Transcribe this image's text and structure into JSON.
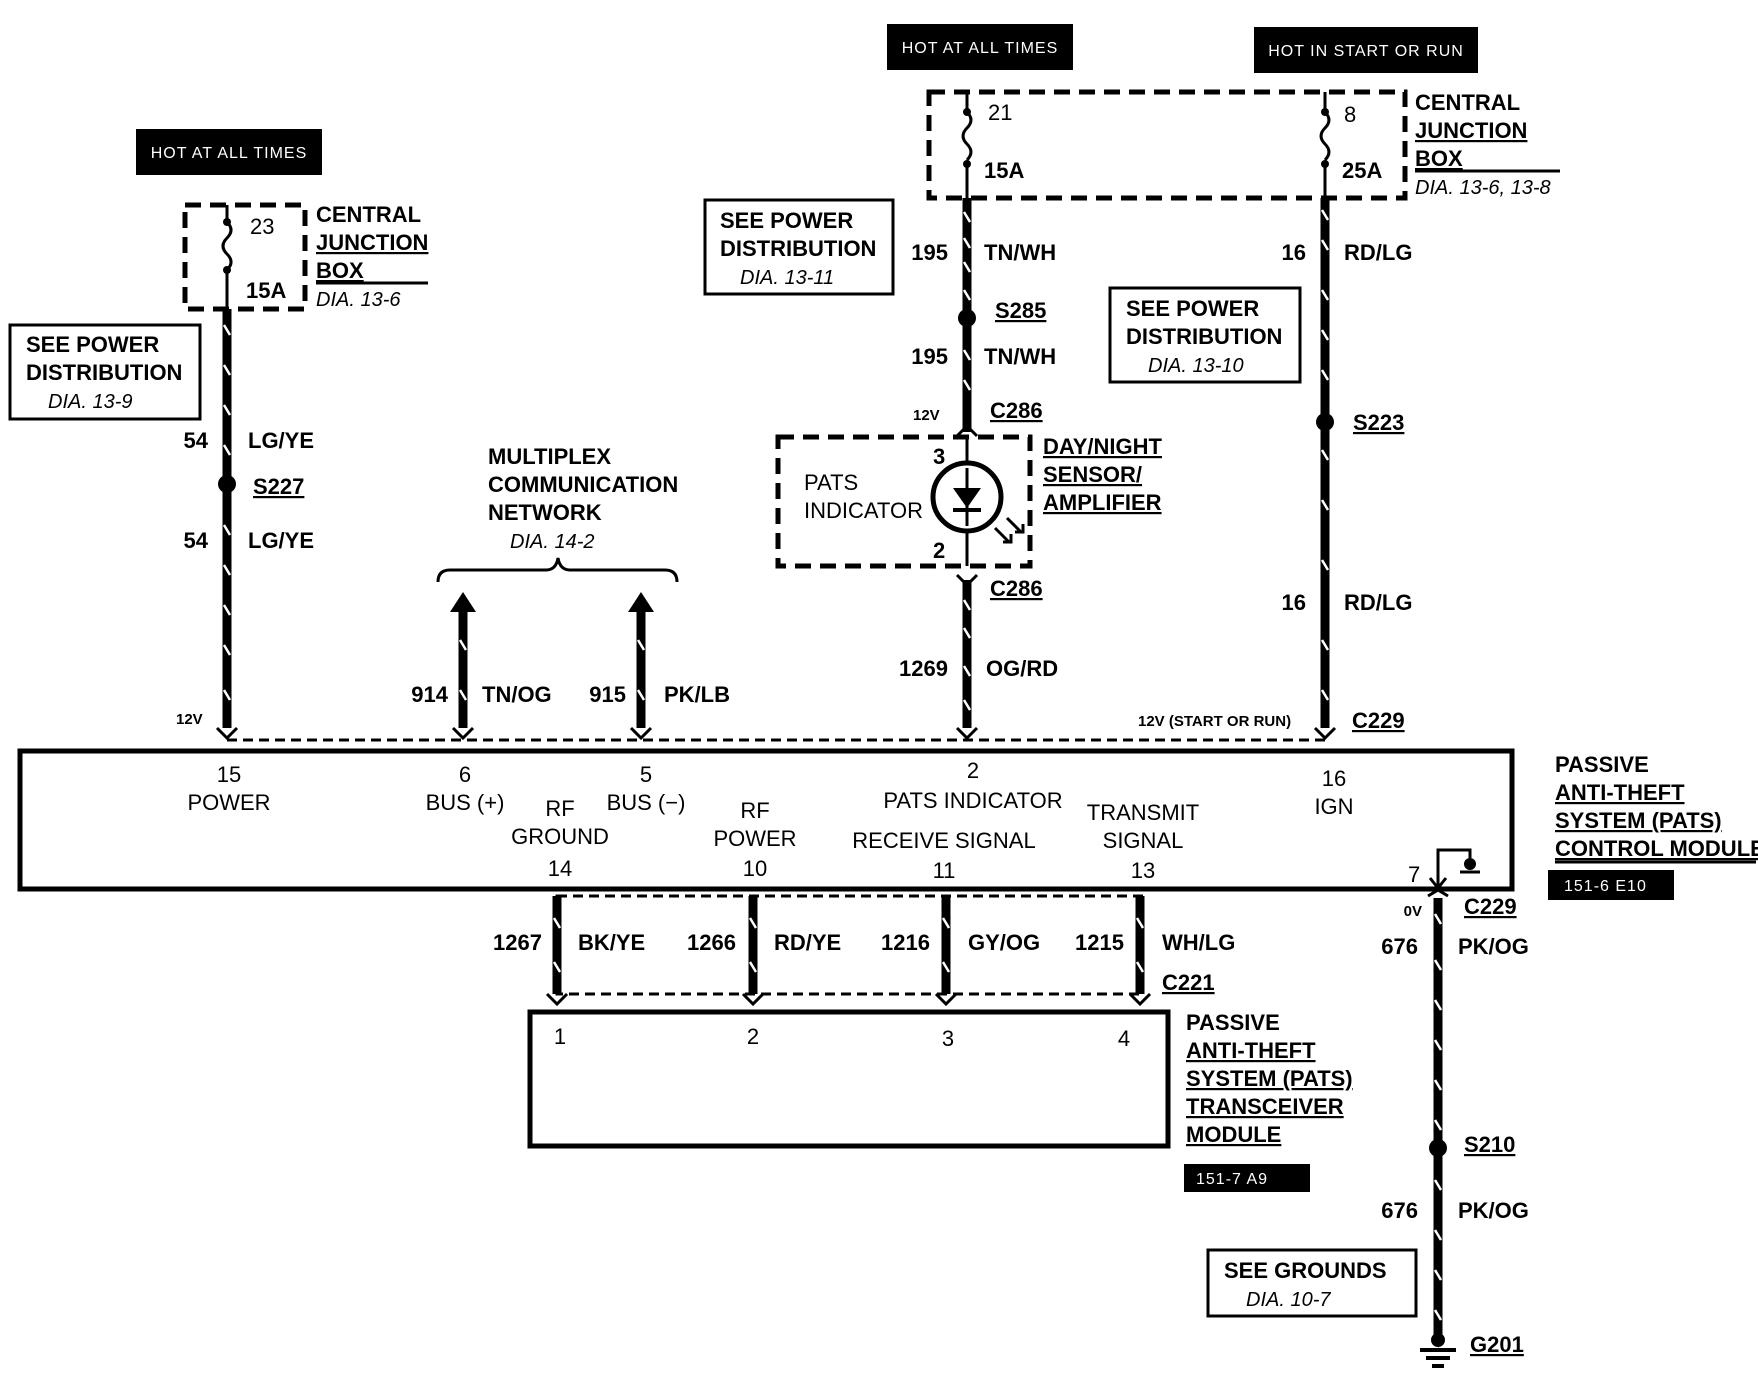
{
  "hot_labels": {
    "left": "HOT AT ALL TIMES",
    "center": "HOT AT ALL TIMES",
    "right": "HOT IN START OR RUN"
  },
  "junction_box_left": {
    "fuse_number": "23",
    "fuse_rating": "15A",
    "title_lines": [
      "CENTRAL",
      "JUNCTION",
      "BOX"
    ],
    "ref": "DIA. 13-6"
  },
  "junction_box_top": {
    "fuse_a_number": "21",
    "fuse_a_rating": "15A",
    "fuse_b_number": "8",
    "fuse_b_rating": "25A",
    "title_lines": [
      "CENTRAL",
      "JUNCTION",
      "BOX"
    ],
    "ref": "DIA. 13-6, 13-8"
  },
  "power_dist_left": {
    "lines": [
      "SEE POWER",
      "DISTRIBUTION"
    ],
    "ref": "DIA. 13-9"
  },
  "power_dist_center": {
    "lines": [
      "SEE POWER",
      "DISTRIBUTION"
    ],
    "ref": "DIA. 13-11"
  },
  "power_dist_right": {
    "lines": [
      "SEE POWER",
      "DISTRIBUTION"
    ],
    "ref": "DIA. 13-10"
  },
  "wires": {
    "w54_num": "54",
    "w54_color": "LG/YE",
    "s227": "S227",
    "w195_num": "195",
    "w195_color": "TN/WH",
    "s285": "S285",
    "w16_num": "16",
    "w16_color": "RD/LG",
    "s223": "S223",
    "w914_num": "914",
    "w914_color": "TN/OG",
    "w915_num": "915",
    "w915_color": "PK/LB",
    "w1269_num": "1269",
    "w1269_color": "OG/RD",
    "w1267_num": "1267",
    "w1267_color": "BK/YE",
    "w1266_num": "1266",
    "w1266_color": "RD/YE",
    "w1216_num": "1216",
    "w1216_color": "GY/OG",
    "w1215_num": "1215",
    "w1215_color": "WH/LG",
    "w676_num": "676",
    "w676_color": "PK/OG",
    "s210": "S210",
    "g201": "G201"
  },
  "connectors": {
    "c286_top": "C286",
    "c286_bottom": "C286",
    "c229_top": "C229",
    "c229_bottom": "C229",
    "c221": "C221"
  },
  "voltages": {
    "v_power": "12V",
    "v_pats": "12V",
    "v_ign": "12V (START OR RUN)",
    "v_ground": "0V"
  },
  "multiplex": {
    "lines": [
      "MULTIPLEX",
      "COMMUNICATION",
      "NETWORK"
    ],
    "ref": "DIA. 14-2"
  },
  "pats_indicator": {
    "label_lines": [
      "PATS",
      "INDICATOR"
    ],
    "pin_top": "3",
    "pin_bottom": "2",
    "sensor_lines": [
      "DAY/NIGHT",
      "SENSOR/",
      "AMPLIFIER"
    ]
  },
  "control_module": {
    "title_lines": [
      "PASSIVE",
      "ANTI-THEFT",
      "SYSTEM (PATS)",
      "CONTROL MODULE"
    ],
    "code": "151-6 E10",
    "pins_top": [
      {
        "num": "15",
        "label": "POWER"
      },
      {
        "num": "6",
        "label": "BUS (+)"
      },
      {
        "num": "5",
        "label": "BUS (−)"
      },
      {
        "num": "2",
        "label": "PATS INDICATOR"
      },
      {
        "num": "16",
        "label": "IGN"
      }
    ],
    "pins_bottom": [
      {
        "num": "14",
        "label_lines": [
          "RF",
          "GROUND"
        ]
      },
      {
        "num": "10",
        "label_lines": [
          "RF",
          "POWER"
        ]
      },
      {
        "num": "11",
        "label_lines": [
          "RECEIVE SIGNAL"
        ]
      },
      {
        "num": "13",
        "label_lines": [
          "TRANSMIT",
          "SIGNAL"
        ]
      },
      {
        "num": "7",
        "label_lines": []
      }
    ]
  },
  "transceiver_module": {
    "title_lines": [
      "PASSIVE",
      "ANTI-THEFT",
      "SYSTEM (PATS)",
      "TRANSCEIVER",
      "MODULE"
    ],
    "code": "151-7 A9",
    "pins": [
      "1",
      "2",
      "3",
      "4"
    ]
  },
  "grounds": {
    "lines": [
      "SEE GROUNDS"
    ],
    "ref": "DIA. 10-7"
  }
}
